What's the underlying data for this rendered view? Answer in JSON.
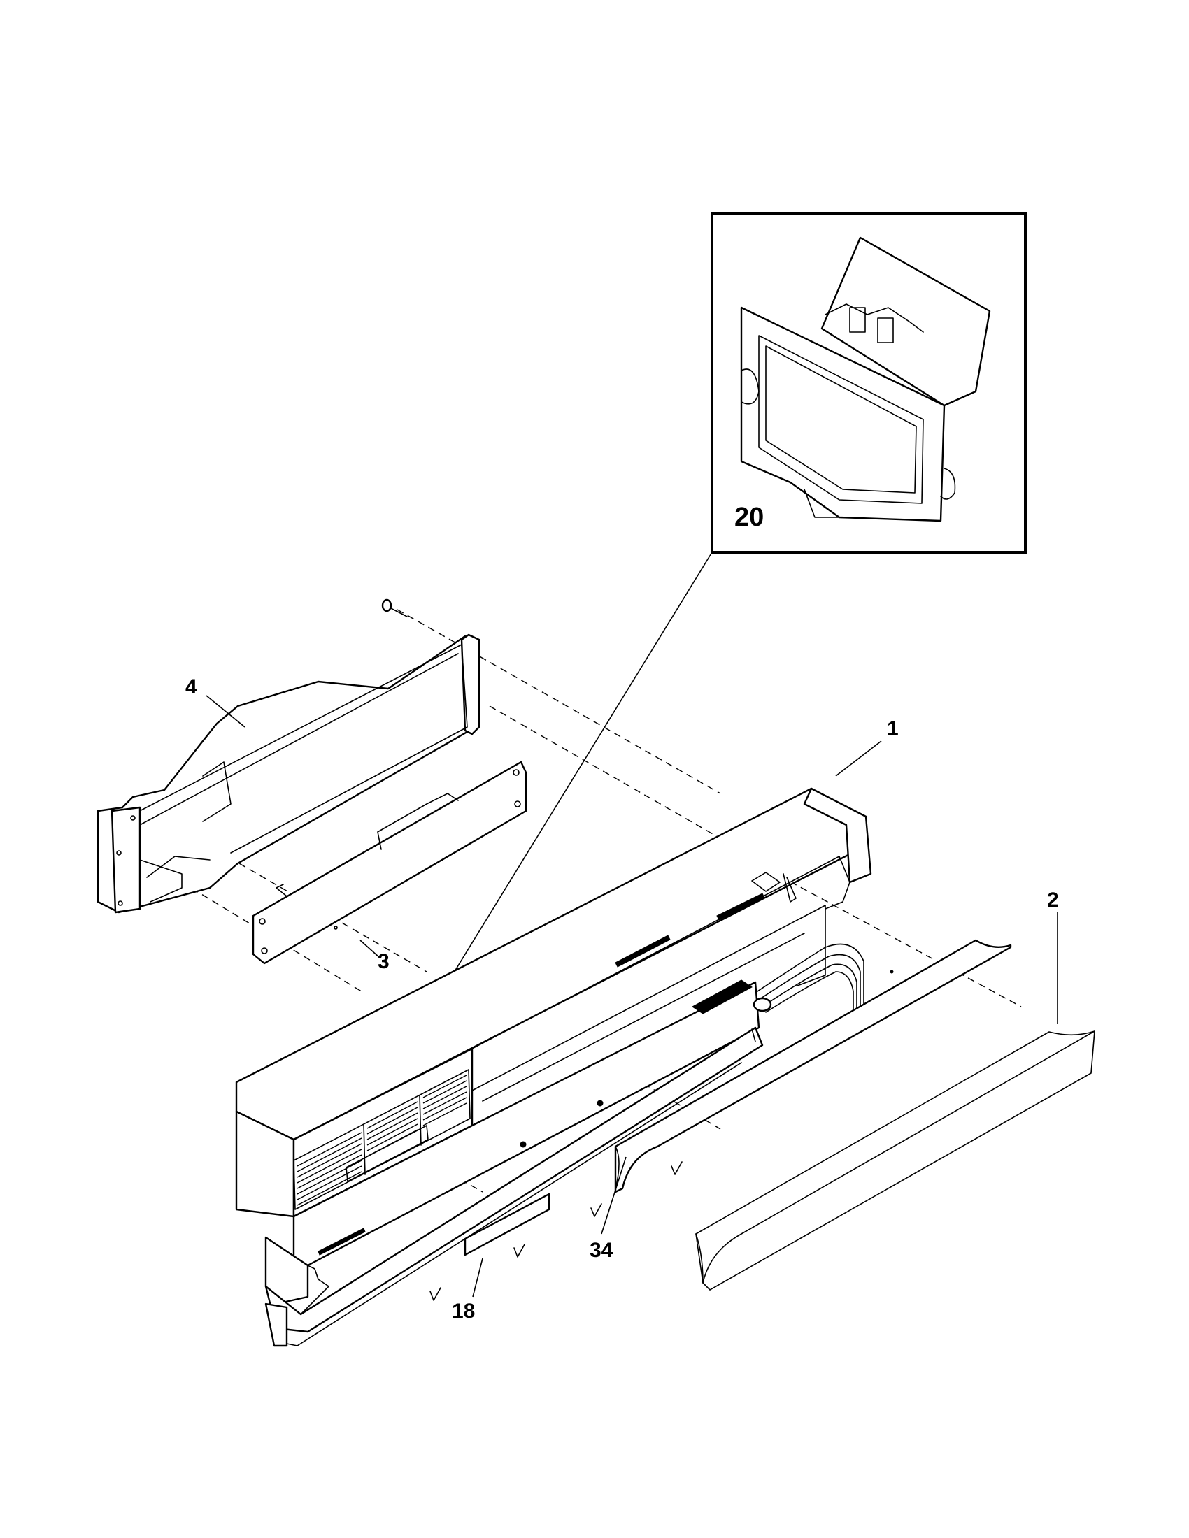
{
  "callouts": {
    "part_1": "1",
    "part_2": "2",
    "part_3": "3",
    "part_4": "4",
    "part_18": "18",
    "part_20": "20",
    "part_34": "34"
  }
}
